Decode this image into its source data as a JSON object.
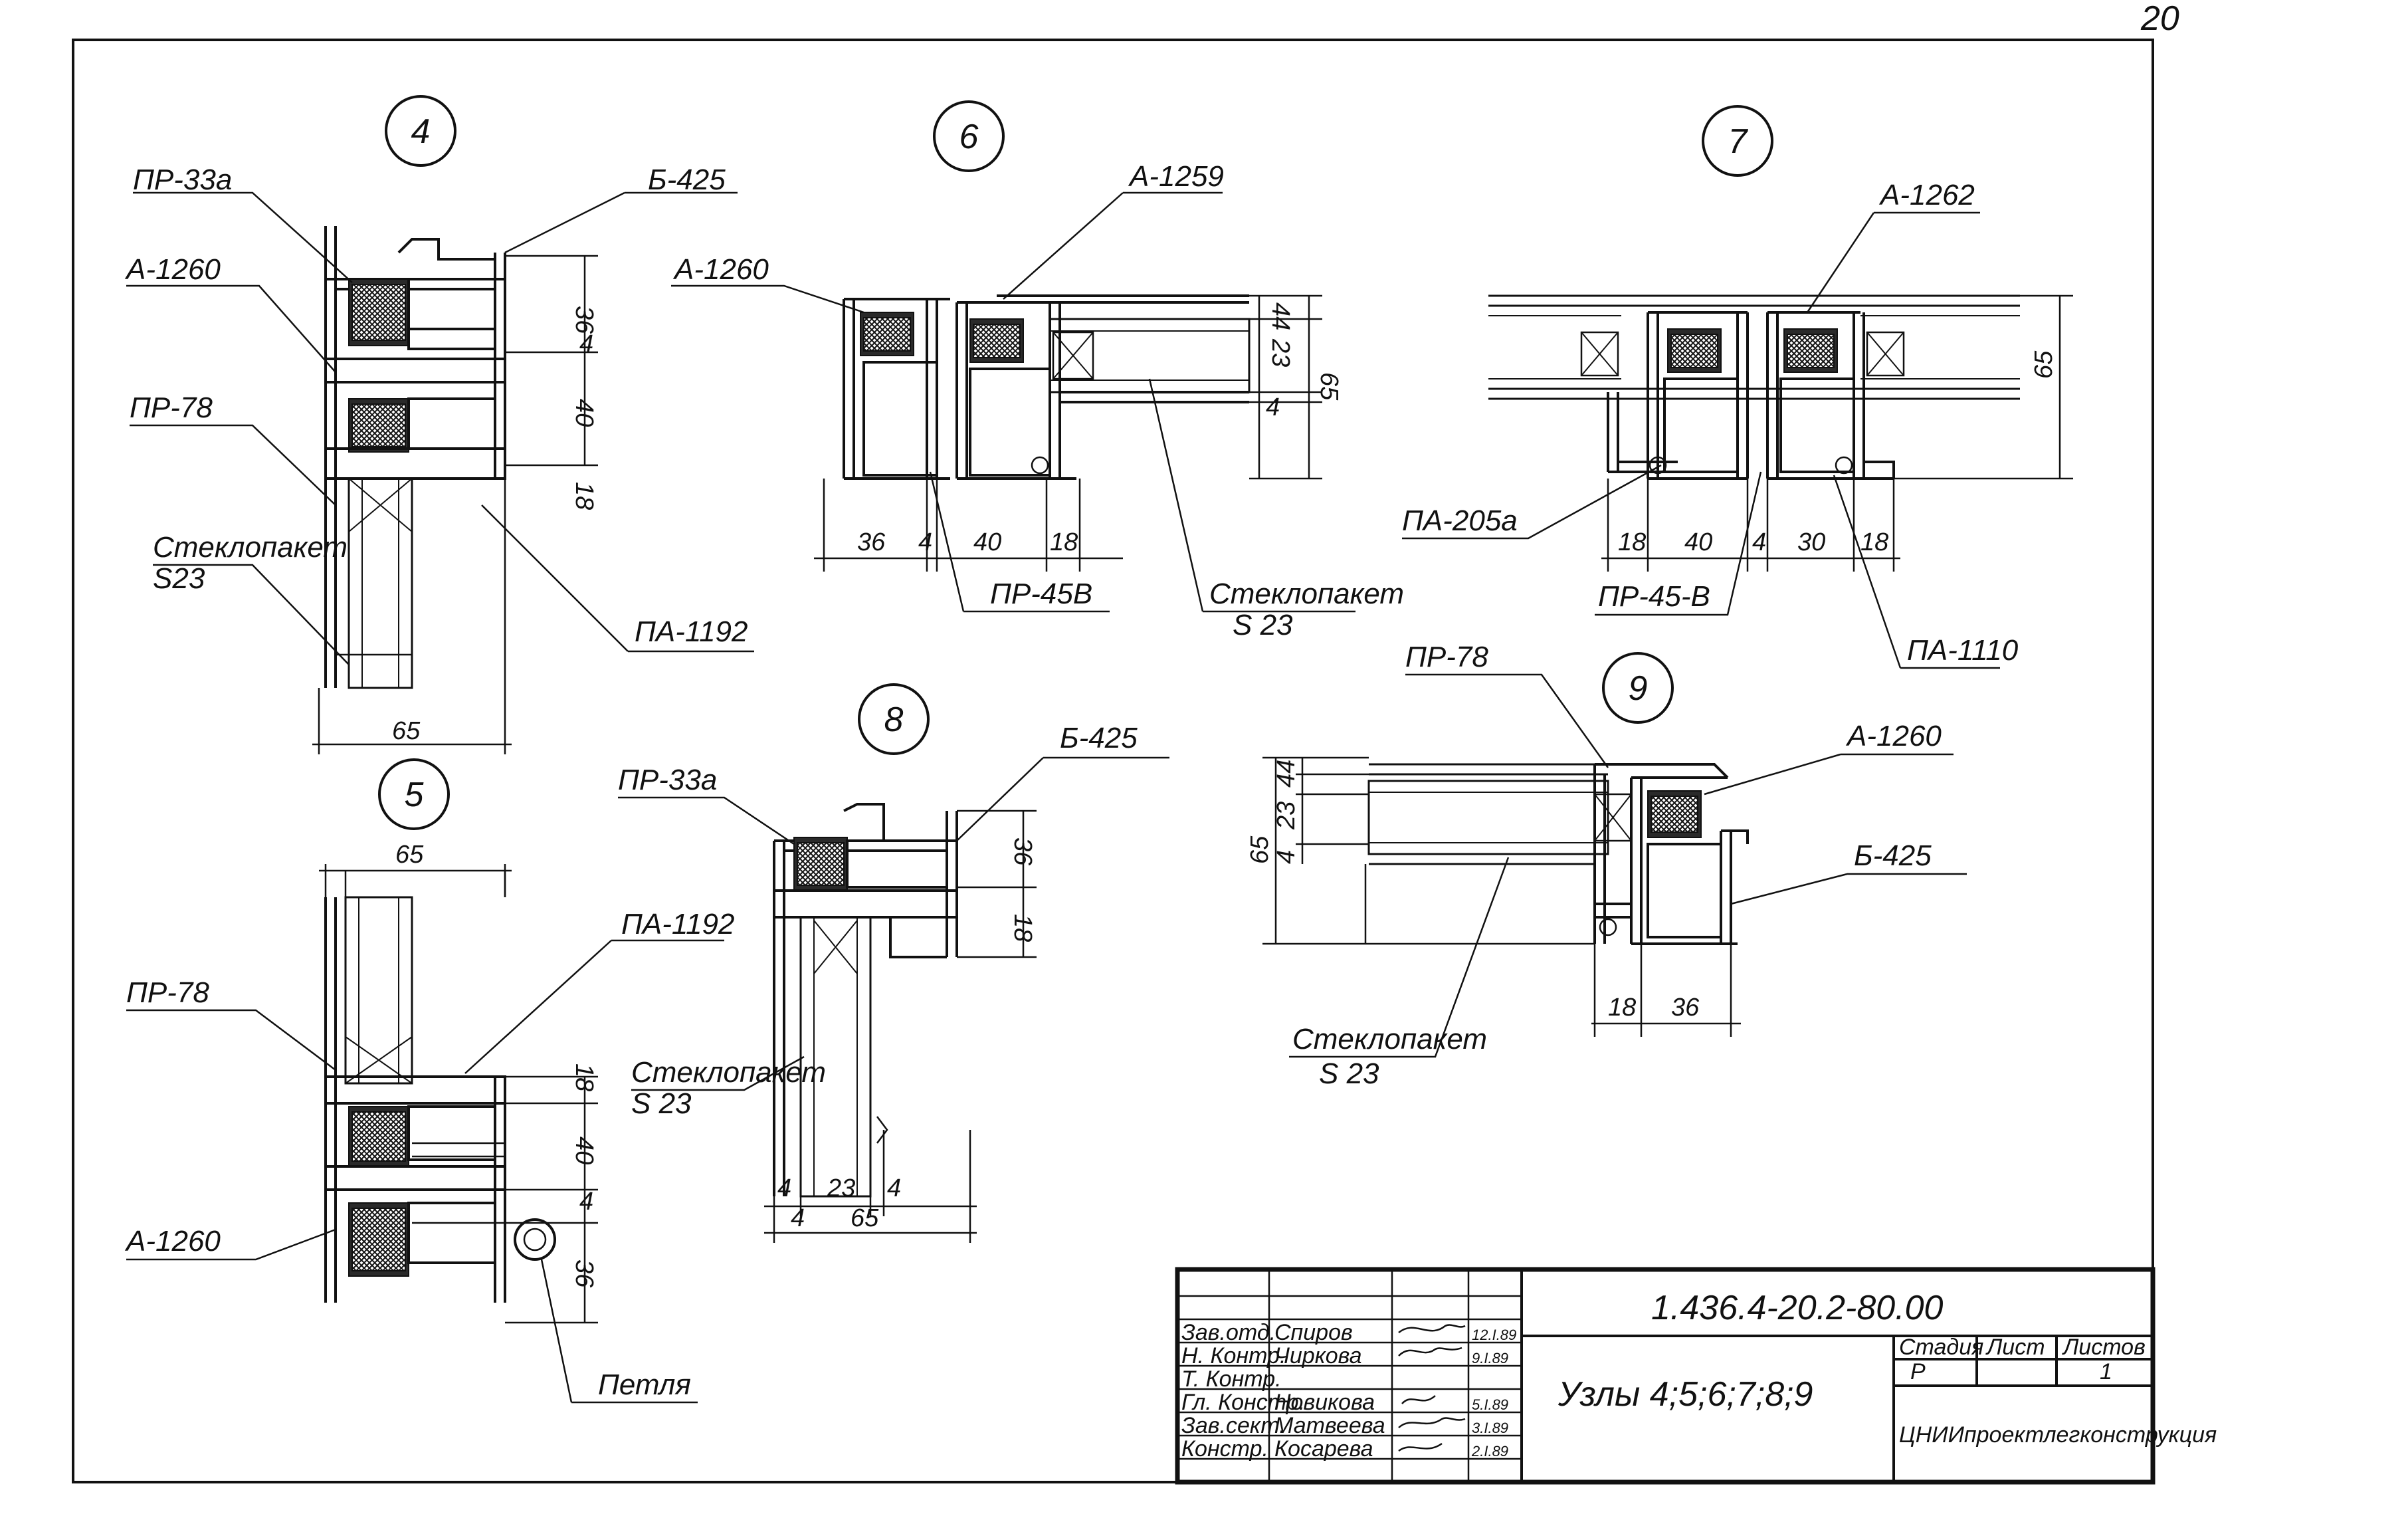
{
  "page_number": "20",
  "nodes": {
    "n4": {
      "number": "4",
      "labels": {
        "pr33a": "ПР-33а",
        "b425": "Б-425",
        "a1260": "А-1260",
        "pr78": "ПР-78",
        "glass1": "Стеклопакет",
        "glass2": "S23",
        "pa1192": "ПА-1192"
      },
      "dims": {
        "d36": "36",
        "d40": "40",
        "d18": "18",
        "d4": "4",
        "d65": "65"
      }
    },
    "n5": {
      "number": "5",
      "labels": {
        "pa1192": "ПА-1192",
        "pr78": "ПР-78",
        "a1260": "А-1260",
        "petlya": "Петля"
      },
      "dims": {
        "d65": "65",
        "d18": "18",
        "d40": "40",
        "d4": "4",
        "d36": "36"
      }
    },
    "n6": {
      "number": "6",
      "labels": {
        "a1259": "А-1259",
        "a1260": "А-1260",
        "pr45v": "ПР-45В",
        "glass1": "Стеклопакет",
        "glass2": "S 23"
      },
      "dims": {
        "d36": "36",
        "d4": "4",
        "d40": "40",
        "d18": "18",
        "d44": "44",
        "d23": "23",
        "d4b": "4",
        "d65": "65"
      }
    },
    "n7": {
      "number": "7",
      "labels": {
        "a1262": "А-1262",
        "pa205a": "ПА-205а",
        "pr45v": "ПР-45-В",
        "pa1110": "ПА-1110"
      },
      "dims": {
        "d18": "18",
        "d40": "40",
        "d4": "4",
        "d30": "30",
        "d18b": "18",
        "d65": "65"
      }
    },
    "n8": {
      "number": "8",
      "labels": {
        "b425": "Б-425",
        "pr33a": "ПР-33а",
        "glass1": "Стеклопакет",
        "glass2": "S 23"
      },
      "dims": {
        "d36": "36",
        "d18": "18",
        "d4": "4",
        "d23": "23",
        "d4b": "4",
        "d4c": "4",
        "d65": "65"
      }
    },
    "n9": {
      "number": "9",
      "labels": {
        "pr78": "ПР-78",
        "a1260": "А-1260",
        "b425": "Б-425",
        "glass1": "Стеклопакет",
        "glass2": "S 23"
      },
      "dims": {
        "d44": "44",
        "d23": "23",
        "d4": "4",
        "d65": "65",
        "d18": "18",
        "d36": "36"
      }
    }
  },
  "title_block": {
    "code": "1.436.4-20.2-80.00",
    "title": "Узлы 4;5;6;7;8;9",
    "stage_h": "Стадия",
    "sheet_h": "Лист",
    "sheets_h": "Листов",
    "stage_v": "Р",
    "sheet_v": "",
    "sheets_v": "1",
    "org": "ЦНИИпроектлегконструкция",
    "rows": [
      {
        "role": "Зав.отд.",
        "name": "Спиров",
        "date": "12.I.89"
      },
      {
        "role": "Н. Контр.",
        "name": "Чиркова",
        "date": "9.I.89"
      },
      {
        "role": "Т. Контр.",
        "name": "",
        "date": ""
      },
      {
        "role": "Гл. Констр.",
        "name": "Новикова",
        "date": "5.I.89"
      },
      {
        "role": "Зав.сект.",
        "name": "Матвеева",
        "date": "3.I.89"
      },
      {
        "role": "Констр.",
        "name": "Косарева",
        "date": "2.I.89"
      }
    ]
  }
}
